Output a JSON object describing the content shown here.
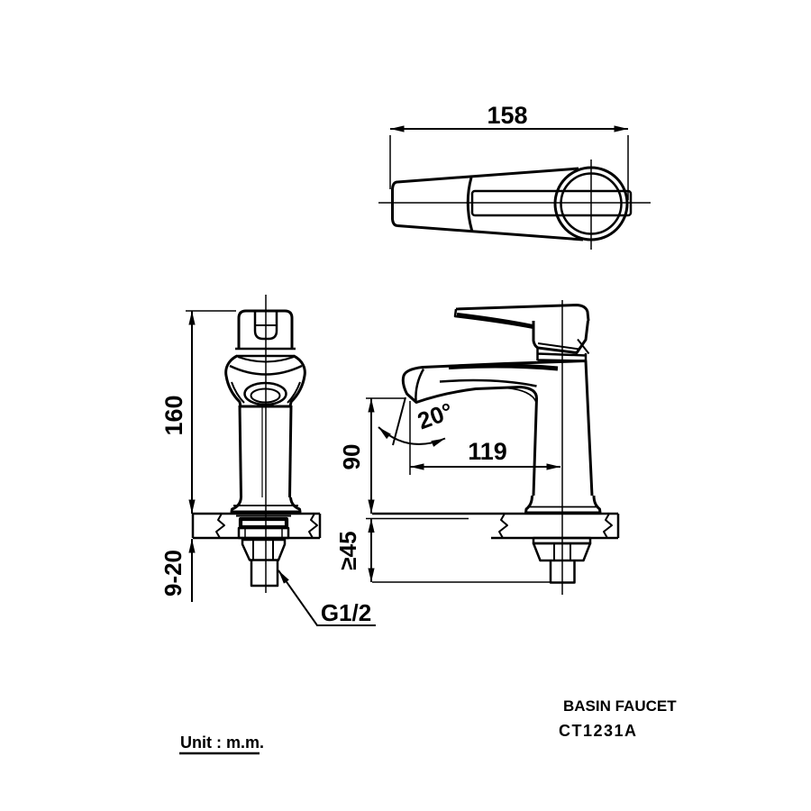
{
  "colors": {
    "ink": "#000000",
    "paper": "#ffffff"
  },
  "dimensions": {
    "handle_length": "158",
    "total_height": "160",
    "deck_thickness_range": "9-20",
    "thread_size": "G1/2",
    "spout_angle": "20°",
    "spout_height": "90",
    "spout_reach": "119",
    "min_shank_clearance": "≥45"
  },
  "labels": {
    "product_type": "BASIN FAUCET",
    "model_code": "CT1231A",
    "unit_note": "Unit : m.m."
  }
}
